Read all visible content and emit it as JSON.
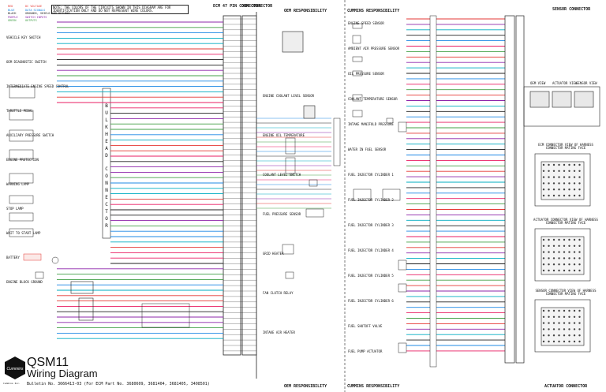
{
  "header": {
    "ecm_connector_title": "ECM 47 PIN CONNECTOR",
    "oem_connector_title": "OEM CONNECTOR",
    "oem_responsibility_top": "OEM RESPONSIBILITY",
    "oem_responsibility_bottom": "OEM RESPONSIBILITY",
    "cummins_responsibility_top": "CUMMINS RESPONSIBILITY",
    "cummins_responsibility_bottom": "CUMMINS RESPONSIBILITY",
    "sensor_connector_title": "SENSOR CONNECTOR",
    "actuator_connector_title": "ACTUATOR CONNECTOR"
  },
  "color_key": [
    {
      "label": "RED",
      "text": "DC VOLTAGE",
      "color": "#e53935"
    },
    {
      "label": "BLUE",
      "text": "DATA SIGNALS",
      "color": "#1e88e5"
    },
    {
      "label": "BLACK",
      "text": "GROUNDS, SHIELD AND RETURNS",
      "color": "#212121"
    },
    {
      "label": "PURPLE",
      "text": "SWITCH INPUTS",
      "color": "#8e24aa"
    },
    {
      "label": "GREEN",
      "text": "OUTPUTS",
      "color": "#43a047"
    }
  ],
  "note_box": "NOTE: THE COLORS OF THE CIRCUITS SHOWN IN THIS DIAGRAM ARE FOR IDENTIFICATION ONLY AND DO NOT REPRESENT WIRE COLORS.",
  "bulkhead_letters": [
    "B",
    "U",
    "L",
    "K",
    "H",
    "E",
    "A",
    "D"
  ],
  "connector_letters": [
    "C",
    "O",
    "N",
    "N",
    "E",
    "C",
    "T",
    "O",
    "R"
  ],
  "left_labels": [
    "VEHICLE KEY SWITCH",
    "OEM DIAGNOSTIC SWITCH",
    "INTERMEDIATE ENGINE SPEED CONTROL",
    "THROTTLE PEDAL",
    "AUXILIARY PRESSURE SWITCH",
    "ENGINE PROTECTION",
    "WARNING LAMP",
    "STOP LAMP",
    "WAIT TO START LAMP",
    "BATTERY",
    "ENGINE BLOCK GROUND"
  ],
  "oem_labels": [
    "ENGINE COOLANT LEVEL SENSOR",
    "ENGINE OIL TEMPERATURE",
    "COOLANT LEVEL SWITCH",
    "FUEL PRESSURE SENSOR",
    "GRID HEATER",
    "FAN CLUTCH RELAY",
    "INTAKE AIR HEATER"
  ],
  "cummins_labels": [
    "ENGINE SPEED SENSOR",
    "AMBIENT AIR PRESSURE SENSOR",
    "OIL PRESSURE SENSOR",
    "COOLANT TEMPERATURE SENSOR",
    "INTAKE MANIFOLD PRESSURE",
    "WATER IN FUEL SENSOR",
    "FUEL INJECTOR CYLINDER 1",
    "FUEL INJECTOR CYLINDER 2",
    "FUEL INJECTOR CYLINDER 3",
    "FUEL INJECTOR CYLINDER 4",
    "FUEL INJECTOR CYLINDER 5",
    "FUEL INJECTOR CYLINDER 6",
    "FUEL SHUTOFF VALVE",
    "FUEL PUMP ACTUATOR"
  ],
  "right_views": {
    "views_title_1": "OEM VIEW",
    "views_title_2": "ACTUATOR VIEW",
    "views_title_3": "SENSOR VIEW",
    "ecm_view": "ECM CONNECTOR VIEW OF HARNESS CONNECTOR MATING FACE",
    "actuator_view": "ACTUATOR CONNECTOR VIEW OF HARNESS CONNECTOR MATING FACE",
    "sensor_view": "SENSOR CONNECTOR VIEW OF HARNESS CONNECTOR MATING FACE"
  },
  "title_block": {
    "model": "QSM11",
    "subtitle": "Wiring Diagram",
    "bulletin": "Bulletin No. 3666413-03   (For ECM Part No. 3680609, 3681404, 3681405, 3408501)",
    "logo_caption": "Cummins Inc."
  }
}
